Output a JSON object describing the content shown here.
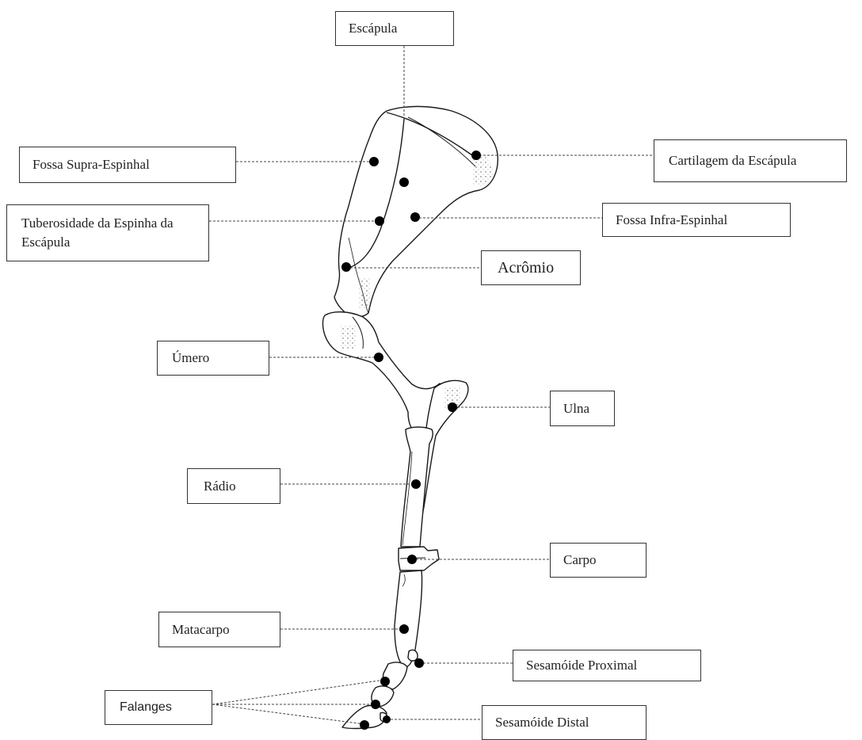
{
  "labels": {
    "escapula": "Escápula",
    "fossa_supra": "Fossa Supra-Espinhal",
    "cartilagem": "Cartilagem da Escápula",
    "tuberosidade": "Tuberosidade da Espinha da Escápula",
    "fossa_infra": "Fossa Infra-Espinhal",
    "acromio": "Acrômio",
    "umero": "Úmero",
    "ulna": "Ulna",
    "radio": "Rádio",
    "carpo": "Carpo",
    "matacarpo": "Matacarpo",
    "sesamoide_proximal": "Sesamóide Proximal",
    "falanges": "Falanges",
    "sesamoide_distal": "Sesamóide Distal"
  },
  "colors": {
    "bone_outline": "#1a1a1a",
    "marker": "#000000",
    "leader_line": "#444444"
  }
}
